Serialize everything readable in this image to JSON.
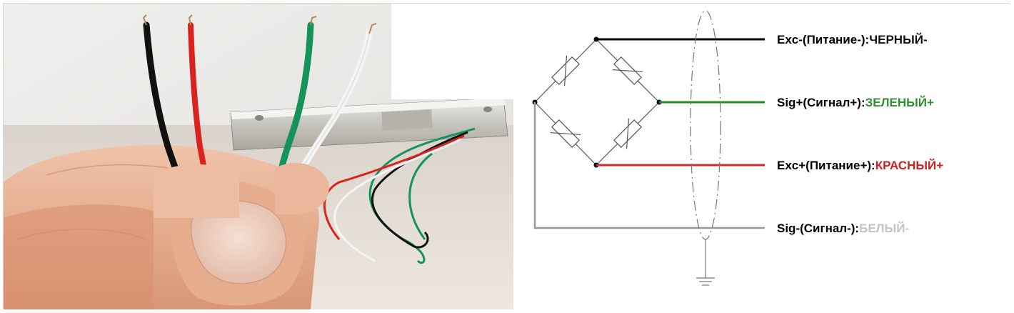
{
  "photo": {
    "subject": "load-cell-with-four-wires",
    "wire_colors": [
      "#111111",
      "#d8231f",
      "#15935a",
      "#f4f4f4"
    ]
  },
  "diagram": {
    "wires": [
      {
        "prefix": "Exc-(Питание-):",
        "color_name": "ЧЕРНЫЙ-",
        "line_color": "#000000",
        "text_color": "#111111"
      },
      {
        "prefix": "Sig+(Сигнал+):",
        "color_name": "ЗЕЛЕНЫЙ+",
        "line_color": "#2a8a2a",
        "text_color": "#2f8f32"
      },
      {
        "prefix": "Exc+(Питание+):",
        "color_name": "КРАСНЫЙ+",
        "line_color": "#d42a2a",
        "text_color": "#d02020"
      },
      {
        "prefix": "Sig-(Сигнал-):",
        "color_name": "БЕЛЫЙ-",
        "line_color": "#9a9a9a",
        "text_color": "#c4c4c4"
      }
    ]
  }
}
